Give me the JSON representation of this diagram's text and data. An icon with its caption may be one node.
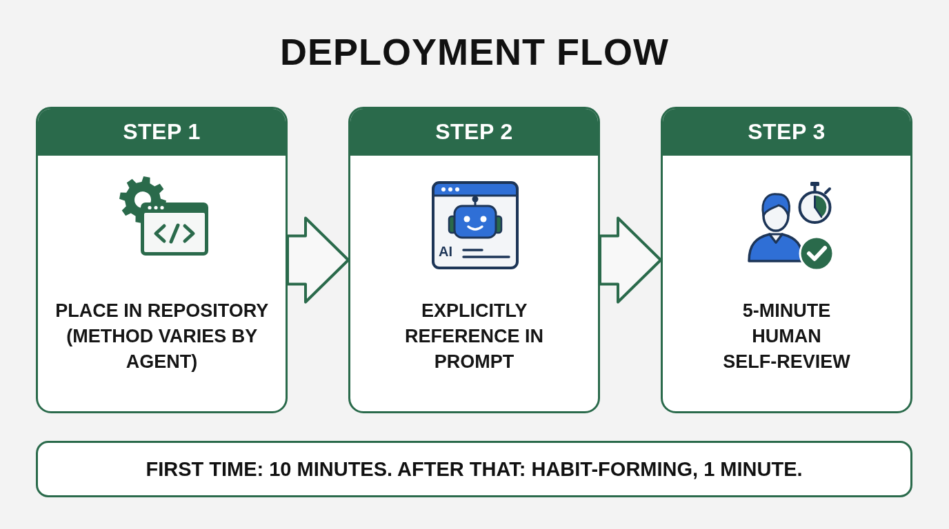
{
  "diagram": {
    "title": "DEPLOYMENT FLOW",
    "nodes": [
      {
        "text": [
          "STEP 1",
          "PLACE IN REPOSITORY (METHOD VARIES BY AGENT)"
        ]
      },
      {
        "text": [
          "STEP 2",
          "EXPLICITLY REFERENCE IN PROMPT"
        ]
      },
      {
        "text": [
          "STEP 3",
          "5-MINUTE HUMAN SELF-REVIEW"
        ]
      },
      {
        "text": [
          "FIRST TIME: 10 MINUTES. AFTER THAT: HABIT-FORMING, 1 MINUTE."
        ]
      }
    ],
    "edges": [
      {
        "from": 0,
        "to": 1,
        "arrow": "to"
      },
      {
        "from": 1,
        "to": 2,
        "arrow": "to"
      }
    ],
    "labels": [
      "AI"
    ]
  }
}
